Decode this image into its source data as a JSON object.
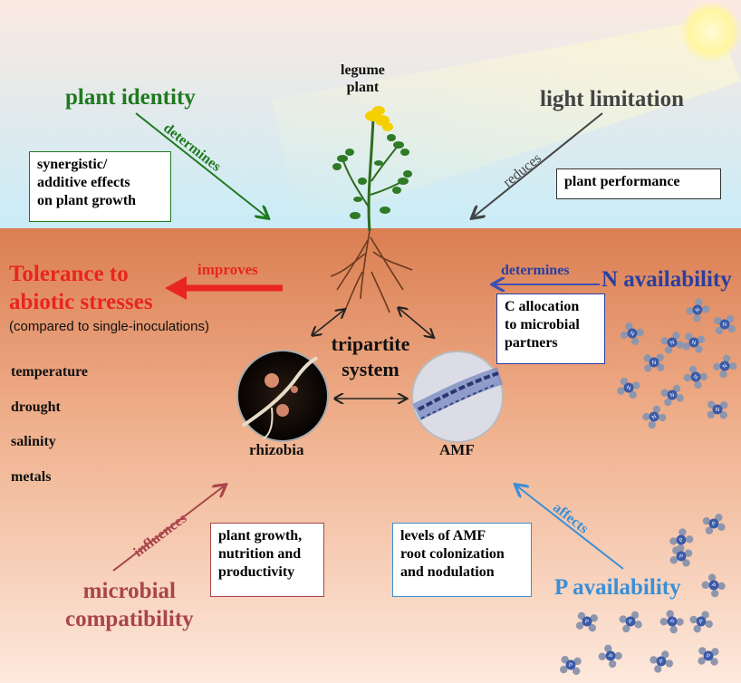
{
  "top": {
    "legume_plant": [
      "legume",
      "plant"
    ],
    "plant_identity": "plant identity",
    "determines_1": "determines",
    "box_synergy": [
      "synergistic/",
      "additive effects",
      "on plant growth"
    ],
    "light_limitation": "light limitation",
    "reduces": "reduces",
    "box_performance": "plant performance"
  },
  "middle": {
    "tolerance": [
      "Tolerance to",
      "abiotic stresses"
    ],
    "improves": "improves",
    "compared": "(compared to single-inoculations)",
    "stresses": [
      "temperature",
      "drought",
      "salinity",
      "metals"
    ],
    "tripartite": [
      "tripartite",
      "system"
    ],
    "rhizobia": "rhizobia",
    "amf": "AMF",
    "determines_2": "determines",
    "n_availability": "N availability",
    "box_c_allocation": [
      "C allocation",
      "to microbial",
      "partners"
    ]
  },
  "bottom": {
    "influences": "influences",
    "microbial": [
      "microbial",
      "compatibility"
    ],
    "box_growth": [
      "plant growth,",
      "nutrition and",
      "productivity"
    ],
    "affects": "affects",
    "box_amf": [
      "levels of AMF",
      "root colonization",
      "and nodulation"
    ],
    "p_availability": "P availability",
    "n_molecule_label": "N",
    "p_molecule_label": "P"
  },
  "colors": {
    "green": "#1f7a1f",
    "gray": "#444444",
    "red": "#e8261f",
    "blue": "#2b3f9e",
    "lightblue": "#3a8fd6",
    "brownred": "#a9454a"
  }
}
